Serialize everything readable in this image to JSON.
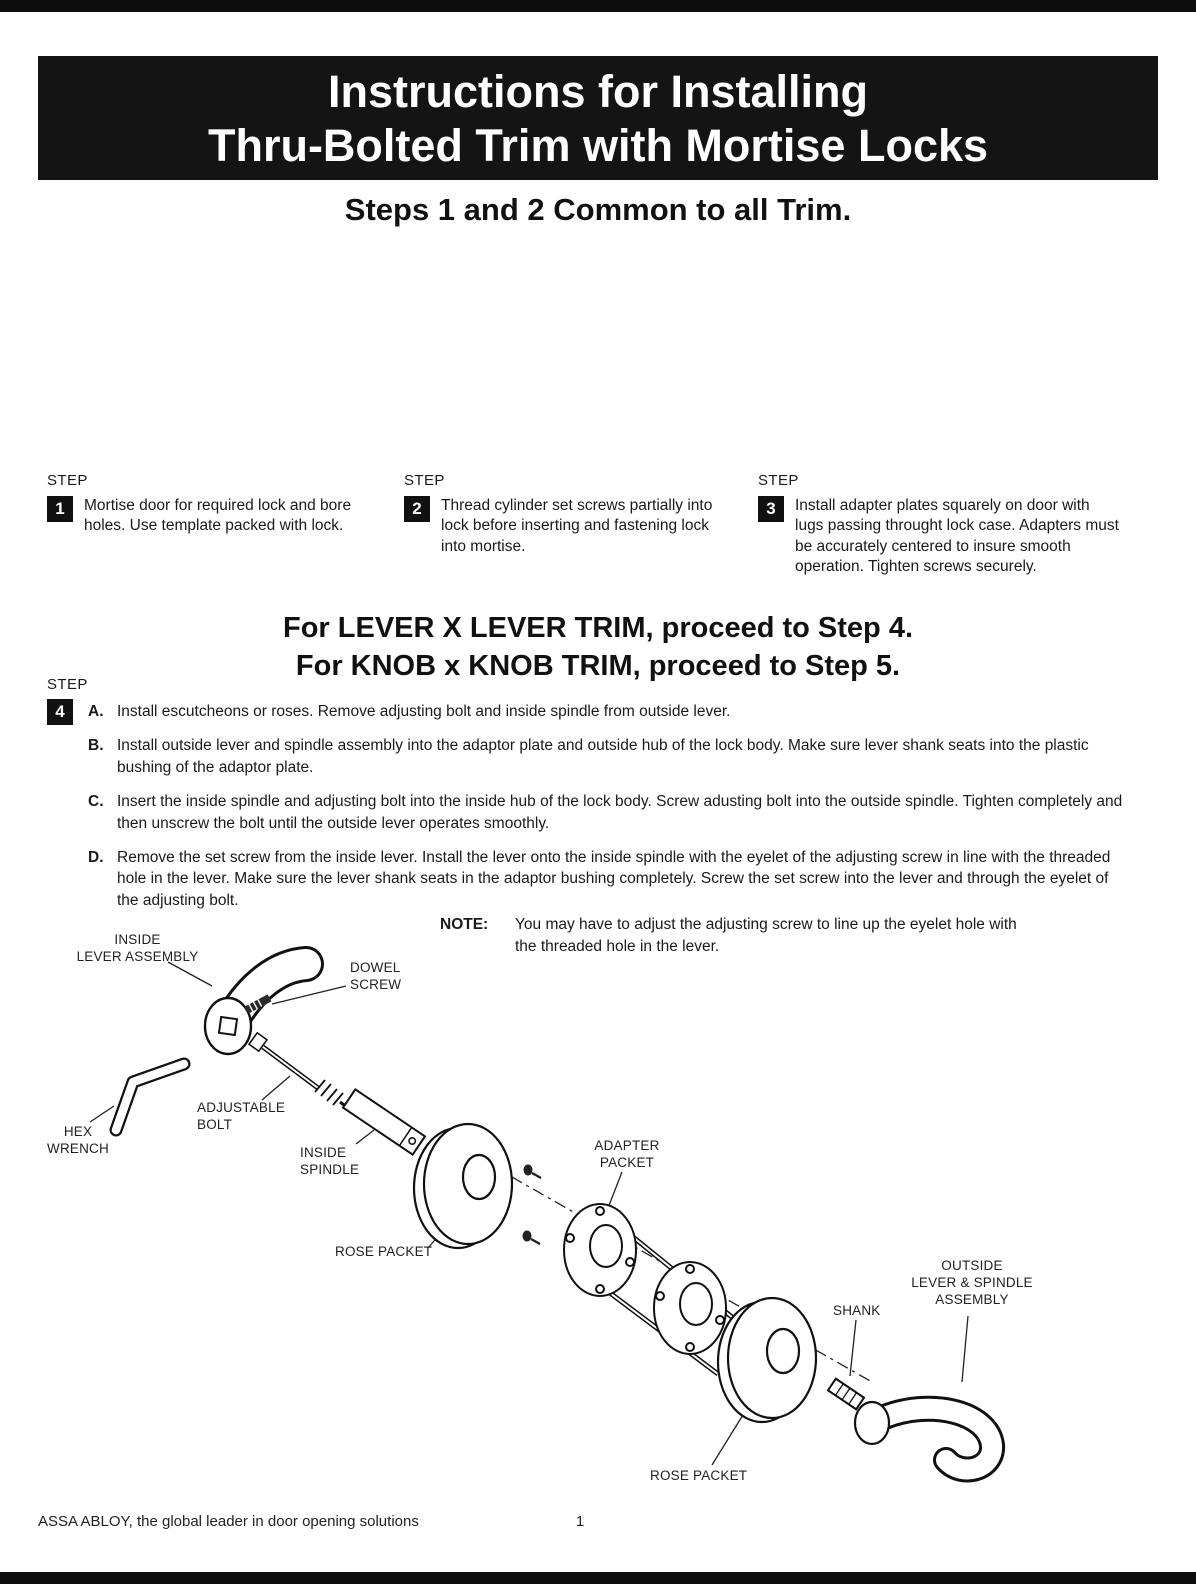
{
  "banner": {
    "line1": "Instructions for Installing",
    "line2": "Thru-Bolted Trim with Mortise Locks"
  },
  "subtitle": "Steps 1 and 2 Common to all Trim.",
  "steps": [
    {
      "label": "STEP",
      "number": "1",
      "text": "Mortise door for required lock and bore holes. Use template packed with lock."
    },
    {
      "label": "STEP",
      "number": "2",
      "text": "Thread cylinder set screws partially into lock before inserting and fastening lock into mortise."
    },
    {
      "label": "STEP",
      "number": "3",
      "text": "Install adapter plates squarely on door with lugs passing throught lock case. Adapters must be accurately centered to insure smooth operation. Tighten screws securely."
    }
  ],
  "mid_heading": {
    "line1": "For LEVER X LEVER TRIM, proceed to Step 4.",
    "line2": "For KNOB x KNOB TRIM, proceed to Step 5."
  },
  "step4": {
    "label": "STEP",
    "number": "4",
    "items": [
      {
        "letter": "A.",
        "text": "Install escutcheons or roses. Remove adjusting bolt and inside spindle from outside lever."
      },
      {
        "letter": "B.",
        "text": "Install outside lever and spindle assembly into the adaptor plate and outside hub of the lock body. Make sure lever shank seats into the plastic bushing of the adaptor plate."
      },
      {
        "letter": "C.",
        "text": "Insert the inside spindle and adjusting bolt into the inside hub of the lock body. Screw adusting bolt into the outside spindle. Tighten completely and then unscrew the bolt until the outside lever operates smoothly."
      },
      {
        "letter": "D.",
        "text": "Remove the set screw from the inside lever. Install the lever onto the inside spindle with the eyelet of the adjusting screw in line with the threaded hole in the lever. Make sure the lever shank seats in the adaptor bushing completely. Screw the set screw into the lever and through the eyelet of the adjusting bolt."
      }
    ]
  },
  "note": {
    "label": "NOTE:",
    "text": "You may have to adjust the adjusting screw to line up the eyelet hole with the threaded hole in the lever."
  },
  "diagram": {
    "labels": {
      "inside_lever_assembly": "INSIDE\nLEVER ASSEMBLY",
      "dowel_screw": "DOWEL\nSCREW",
      "hex_wrench": "HEX\nWRENCH",
      "adjustable_bolt": "ADJUSTABLE\nBOLT",
      "inside_spindle": "INSIDE\nSPINDLE",
      "rose_packet_left": "ROSE PACKET",
      "adapter_packet": "ADAPTER\nPACKET",
      "shank": "SHANK",
      "outside_lever_spindle_assembly": "OUTSIDE\nLEVER & SPINDLE\nASSEMBLY",
      "rose_packet_right": "ROSE PACKET"
    }
  },
  "footer": {
    "left": "ASSA ABLOY, the global leader in door opening solutions",
    "page_number": "1"
  }
}
